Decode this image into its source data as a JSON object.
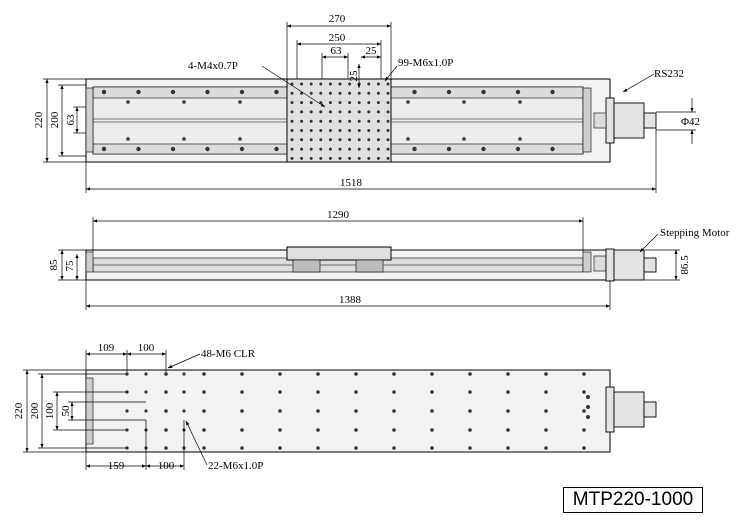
{
  "top_view": {
    "dim_270": "270",
    "dim_250": "250",
    "dim_63": "63",
    "dim_25a": "25",
    "dim_25b": "25",
    "dim_220": "220",
    "dim_200": "200",
    "dim_63v": "63",
    "dim_1518": "1518",
    "label_m4": "4-M4x0.7P",
    "label_m6": "99-M6x1.0P",
    "label_rs232": "RS232",
    "label_phi42": "Φ42"
  },
  "side_view": {
    "dim_1290": "1290",
    "dim_85": "85",
    "dim_75": "75",
    "dim_86_5": "86.5",
    "dim_1388": "1388",
    "label_motor": "Stepping Motor"
  },
  "bottom_view": {
    "dim_109": "109",
    "dim_100a": "100",
    "dim_220": "220",
    "dim_200": "200",
    "dim_100v": "100",
    "dim_50": "50",
    "dim_159": "159",
    "dim_100b": "100",
    "label_clr": "48-M6 CLR",
    "label_m6": "22-M6x1.0P"
  },
  "model_label": "MTP220-1000"
}
